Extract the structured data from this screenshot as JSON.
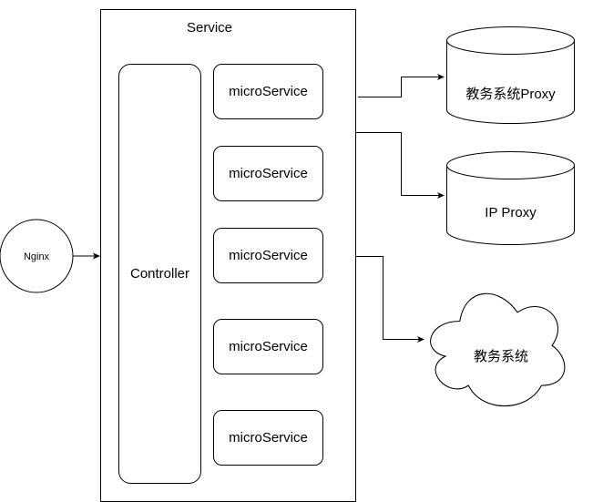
{
  "diagram": {
    "nginx": {
      "label": "Nginx"
    },
    "service": {
      "title": "Service"
    },
    "controller": {
      "label": "Controller"
    },
    "microservices": [
      {
        "label": "microService"
      },
      {
        "label": "microService"
      },
      {
        "label": "microService"
      },
      {
        "label": "microService"
      },
      {
        "label": "microService"
      }
    ],
    "jiaowu_proxy": {
      "label": "教务系统Proxy"
    },
    "ip_proxy": {
      "label": "IP Proxy"
    },
    "jiaowu_system": {
      "label": "教务系统"
    }
  }
}
